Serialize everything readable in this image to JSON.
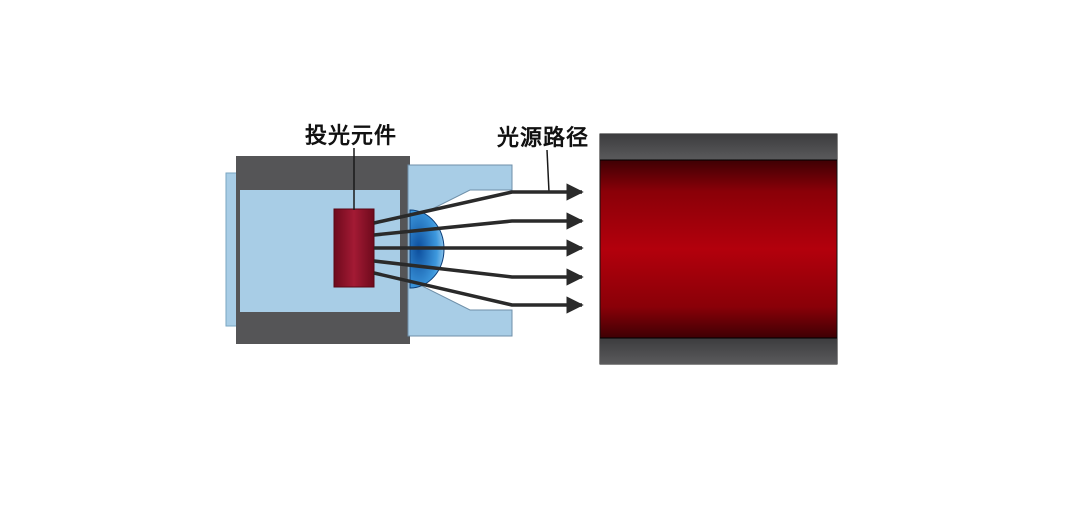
{
  "labels": {
    "emitter": "投光元件",
    "light_path": "光源路径"
  },
  "colors": {
    "housing_gray": "#555557",
    "housing_light_blue": "#a8cde6",
    "emitter_red": "#8a1024",
    "lens_blue": "#1f78c8",
    "beam_arrow": "#2a2a2a",
    "target_red": "#b0000a",
    "target_band": "#4a4a4c"
  },
  "beams": {
    "count": 5
  }
}
